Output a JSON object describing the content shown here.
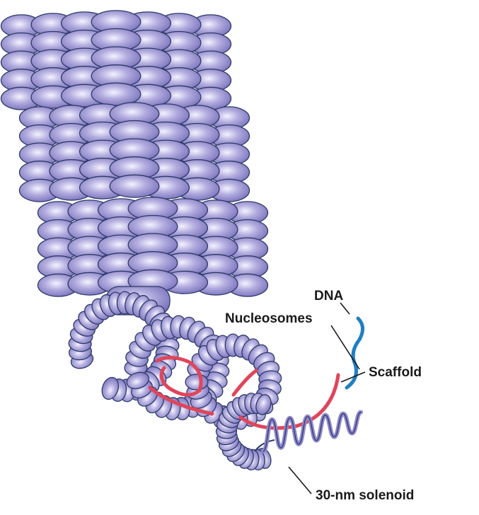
{
  "labels": {
    "dna": "DNA",
    "nucleosomes": "Nucleosomes",
    "scaffold": "Scaffold",
    "solenoid": "30-nm solenoid"
  },
  "colors": {
    "nucleosome": "#8f88cc",
    "nucleosome_highlight": "#f4f2ff",
    "outline": "#2c3a66",
    "scaffold": "#e0455a",
    "dna": "#1f7fc4",
    "label": "#1a1a1a"
  }
}
